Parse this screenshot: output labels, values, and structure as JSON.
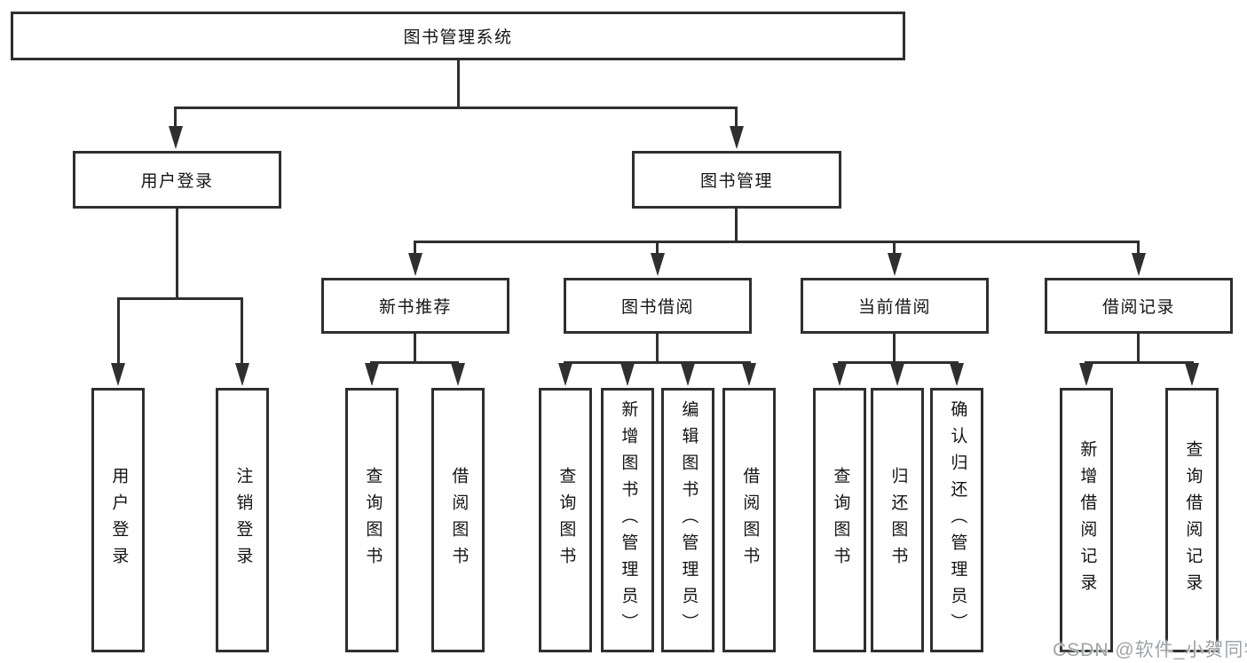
{
  "colors": {
    "line": "#2f2f2f",
    "box_border": "#2f2f2f",
    "box_fill": "#ffffff",
    "text": "#141414",
    "watermark": "#a0a4a9"
  },
  "watermark": {
    "text": "CSDN @软件_小贺同学"
  },
  "diagram": {
    "type": "tree",
    "root": {
      "label": "图书管理系统",
      "children": [
        {
          "label": "用户登录",
          "children": [
            {
              "label": "用户登录"
            },
            {
              "label": "注销登录"
            }
          ]
        },
        {
          "label": "图书管理",
          "children": [
            {
              "label": "新书推荐",
              "children": [
                {
                  "label": "查询图书"
                },
                {
                  "label": "借阅图书"
                }
              ]
            },
            {
              "label": "图书借阅",
              "children": [
                {
                  "label": "查询图书"
                },
                {
                  "label": "新增图书（管理员）"
                },
                {
                  "label": "编辑图书（管理员）"
                },
                {
                  "label": "借阅图书"
                }
              ]
            },
            {
              "label": "当前借阅",
              "children": [
                {
                  "label": "查询图书"
                },
                {
                  "label": "归还图书"
                },
                {
                  "label": "确认归还（管理员）"
                }
              ]
            },
            {
              "label": "借阅记录",
              "children": [
                {
                  "label": "新增借阅记录"
                },
                {
                  "label": "查询借阅记录"
                }
              ]
            }
          ]
        }
      ]
    }
  }
}
